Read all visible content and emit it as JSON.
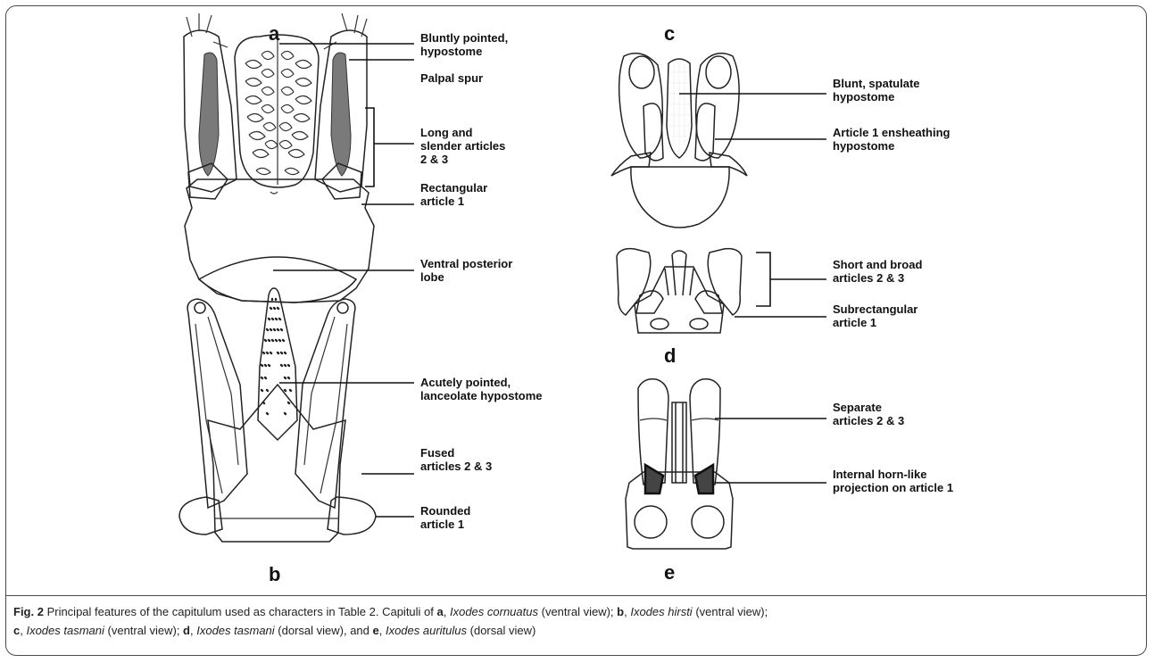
{
  "panels": {
    "a": {
      "letter": "a",
      "labels": [
        "Bluntly pointed,",
        "hypostome",
        "Palpal spur",
        "Long and",
        "slender articles",
        "2 & 3",
        "Rectangular",
        "article 1",
        "Ventral posterior",
        "lobe"
      ]
    },
    "b": {
      "letter": "b",
      "labels": [
        "Acutely pointed,",
        "lanceolate hypostome",
        "Fused",
        "articles 2 & 3",
        "Rounded",
        "article 1"
      ]
    },
    "c": {
      "letter": "c",
      "labels": [
        "Blunt, spatulate",
        "hypostome",
        "Article 1 ensheathing",
        "hypostome"
      ]
    },
    "d": {
      "letter": "d",
      "labels": [
        "Short and broad",
        "articles 2 & 3",
        "Subrectangular",
        "article 1"
      ]
    },
    "e": {
      "letter": "e",
      "labels": [
        "Separate",
        "articles 2 & 3",
        "Internal horn-like",
        "projection on article 1"
      ]
    }
  },
  "caption": {
    "fig_label": "Fig. 2",
    "intro": " Principal features of the capitulum used as characters in Table 2. Capituli of ",
    "a_letter": "a",
    "a_species": "Ixodes cornuatus",
    "a_view": " (ventral view); ",
    "b_letter": "b",
    "b_species": "Ixodes hirsti",
    "b_view": " (ventral view);",
    "c_letter": "c",
    "c_species": "Ixodes tasmani",
    "c_view": " (ventral view); ",
    "d_letter": "d",
    "d_species": "Ixodes tasmani",
    "d_view": " (dorsal view), and ",
    "e_letter": "e",
    "e_species": "Ixodes auritulus",
    "e_view": " (dorsal view)"
  },
  "colors": {
    "border": "#4a4a4a",
    "ink": "#222222",
    "stipple": "#555555"
  }
}
